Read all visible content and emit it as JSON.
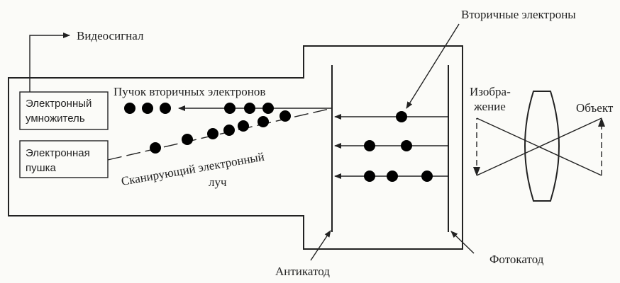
{
  "labels": {
    "video_signal": "Видеосигнал",
    "secondary_electrons": "Вторичные электроны",
    "secondary_beam": "Пучок вторичных электронов",
    "scanning_beam_1": "Сканирующий  электронный",
    "scanning_beam_2": "луч",
    "image_1": "Изобра-",
    "image_2": "жение",
    "object": "Объект",
    "anticathode": "Антикатод",
    "photocathode": "Фотокатод"
  },
  "boxes": {
    "multiplier_1": "Электронный",
    "multiplier_2": "умножитель",
    "gun_1": "Электронная",
    "gun_2": "пушка"
  }
}
